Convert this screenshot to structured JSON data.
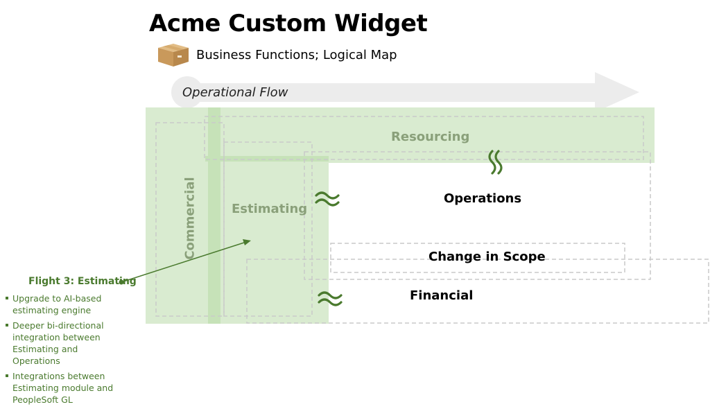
{
  "header": {
    "title": "Acme Custom Widget",
    "subtitle": "Business Functions;  Logical Map",
    "icon": "package-box-icon"
  },
  "diagram": {
    "flow_label": "Operational Flow",
    "boxes": {
      "resourcing": "Resourcing",
      "commercial": "Commercial",
      "estimating": "Estimating",
      "operations": "Operations",
      "change_in_scope": "Change in Scope",
      "financial": "Financial"
    },
    "connector_icon": "approximately-equal-icon",
    "colors": {
      "highlight_fill": "#d9ebd0",
      "highlight_bar": "#c6e2b8",
      "accent_green": "#4a7a2e",
      "flow_arrow": "#eeeeee"
    }
  },
  "callout": {
    "title": "Flight 3: Estimating",
    "bullets": [
      "Upgrade to AI-based estimating engine",
      "Deeper bi-directional integration between Estimating and Operations",
      "Integrations between Estimating module and PeopleSoft GL"
    ]
  }
}
